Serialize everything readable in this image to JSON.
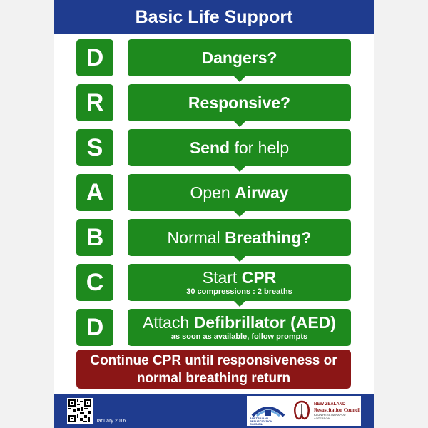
{
  "header": {
    "title": "Basic Life Support"
  },
  "steps": [
    {
      "letter": "D",
      "pre": "",
      "bold": "Dangers?",
      "post": "",
      "sub": ""
    },
    {
      "letter": "R",
      "pre": "",
      "bold": "Responsive?",
      "post": "",
      "sub": ""
    },
    {
      "letter": "S",
      "pre": "",
      "bold": "Send",
      "post": " for help",
      "sub": ""
    },
    {
      "letter": "A",
      "pre": "Open ",
      "bold": "Airway",
      "post": "",
      "sub": ""
    },
    {
      "letter": "B",
      "pre": "Normal ",
      "bold": "Breathing?",
      "post": "",
      "sub": ""
    },
    {
      "letter": "C",
      "pre": "Start ",
      "bold": "CPR",
      "post": "",
      "sub": "30 compressions : 2 breaths"
    },
    {
      "letter": "D",
      "pre": "Attach ",
      "bold": "Defibrillator (AED)",
      "post": "",
      "sub": "as soon as available, follow prompts"
    }
  ],
  "continue": {
    "line1": "Continue CPR until responsiveness or",
    "line2": "normal breathing return"
  },
  "footer": {
    "date": "January 2016",
    "arc_text_1": "AUSTRALIAN",
    "arc_text_2": "RESUSCITATION",
    "arc_text_3": "COUNCIL",
    "nz_text_1": "NEW ZEALAND",
    "nz_text_2": "Resuscitation Council",
    "nz_text_3": "KAUNIHERA MANAPOU AOTEAROA"
  },
  "colors": {
    "green": "#1e8a1e",
    "blue": "#1f3c8f",
    "red": "#8b1616"
  }
}
